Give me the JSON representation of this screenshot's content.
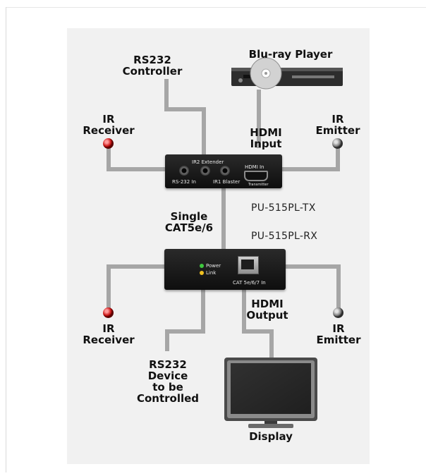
{
  "labels": {
    "rs232_controller": "RS232\nController",
    "bluray_player": "Blu-ray Player",
    "ir_receiver_top": "IR\nReceiver",
    "hdmi_input": "HDMI\nInput",
    "ir_emitter_top": "IR\nEmitter",
    "single_cat": "Single\nCAT5e/6",
    "ir_receiver_bottom": "IR\nReceiver",
    "hdmi_output": "HDMI\nOutput",
    "ir_emitter_bottom": "IR\nEmitter",
    "rs232_device": "RS232\nDevice\nto be\nControlled",
    "display": "Display"
  },
  "models": {
    "tx": "PU-515PL-TX",
    "rx": "PU-515PL-RX"
  },
  "tx_unit": {
    "ir2_extender": "IR2 Extender",
    "rs232_in": "RS-232 In",
    "ir1_blaster": "IR1 Blaster",
    "hdmi_in": "HDMI In",
    "transmitter": "Transmitter"
  },
  "rx_unit": {
    "power": "Power",
    "link": "Link",
    "cat_in": "CAT 5e/6/7 In"
  },
  "colors": {
    "cable": "#a6a6a6",
    "panel": "#f1f1f1",
    "power_led": "#3ec83e",
    "link_led": "#f0c020",
    "ir_receiver_bulb": "#c91515",
    "ir_emitter_bulb": "#6e6e6e"
  }
}
